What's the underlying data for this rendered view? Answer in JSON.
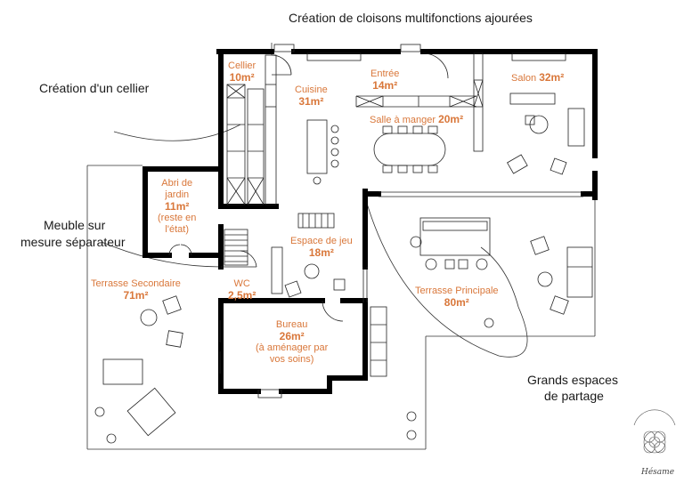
{
  "annotations": {
    "cloisons": "Création de cloisons multifonctions ajourées",
    "cellier": "Création d'un cellier",
    "meuble_l1": "Meuble sur",
    "meuble_l2": "mesure séparateur",
    "partage_l1": "Grands espaces",
    "partage_l2": "de partage"
  },
  "rooms": {
    "cellier": {
      "name": "Cellier",
      "area": "10m²"
    },
    "cuisine": {
      "name": "Cuisine",
      "area": "31m²"
    },
    "entree": {
      "name": "Entrée",
      "area": "14m²"
    },
    "salon": {
      "name": "Salon",
      "area": "32m²"
    },
    "salle": {
      "name": "Salle à manger",
      "area": "20m²"
    },
    "abri": {
      "l1": "Abri de",
      "l2": "jardin",
      "area": "11m²",
      "l3": "(reste en",
      "l4": "l'état)"
    },
    "jeu": {
      "name": "Espace de jeu",
      "area": "18m²"
    },
    "wc": {
      "name": "WC",
      "area": "2,5m²"
    },
    "terrasse_sec": {
      "name": "Terrasse Secondaire",
      "area": "71m²"
    },
    "terrasse_pri": {
      "name": "Terrasse Principale",
      "area": "80m²"
    },
    "bureau": {
      "name": "Bureau",
      "area": "26m²",
      "l1": "(à aménager par",
      "l2": "vos soins)"
    }
  },
  "logo": {
    "text": "Hésame"
  },
  "colors": {
    "label": "#d9773a",
    "wall": "#000000",
    "text": "#1a1a1a"
  }
}
